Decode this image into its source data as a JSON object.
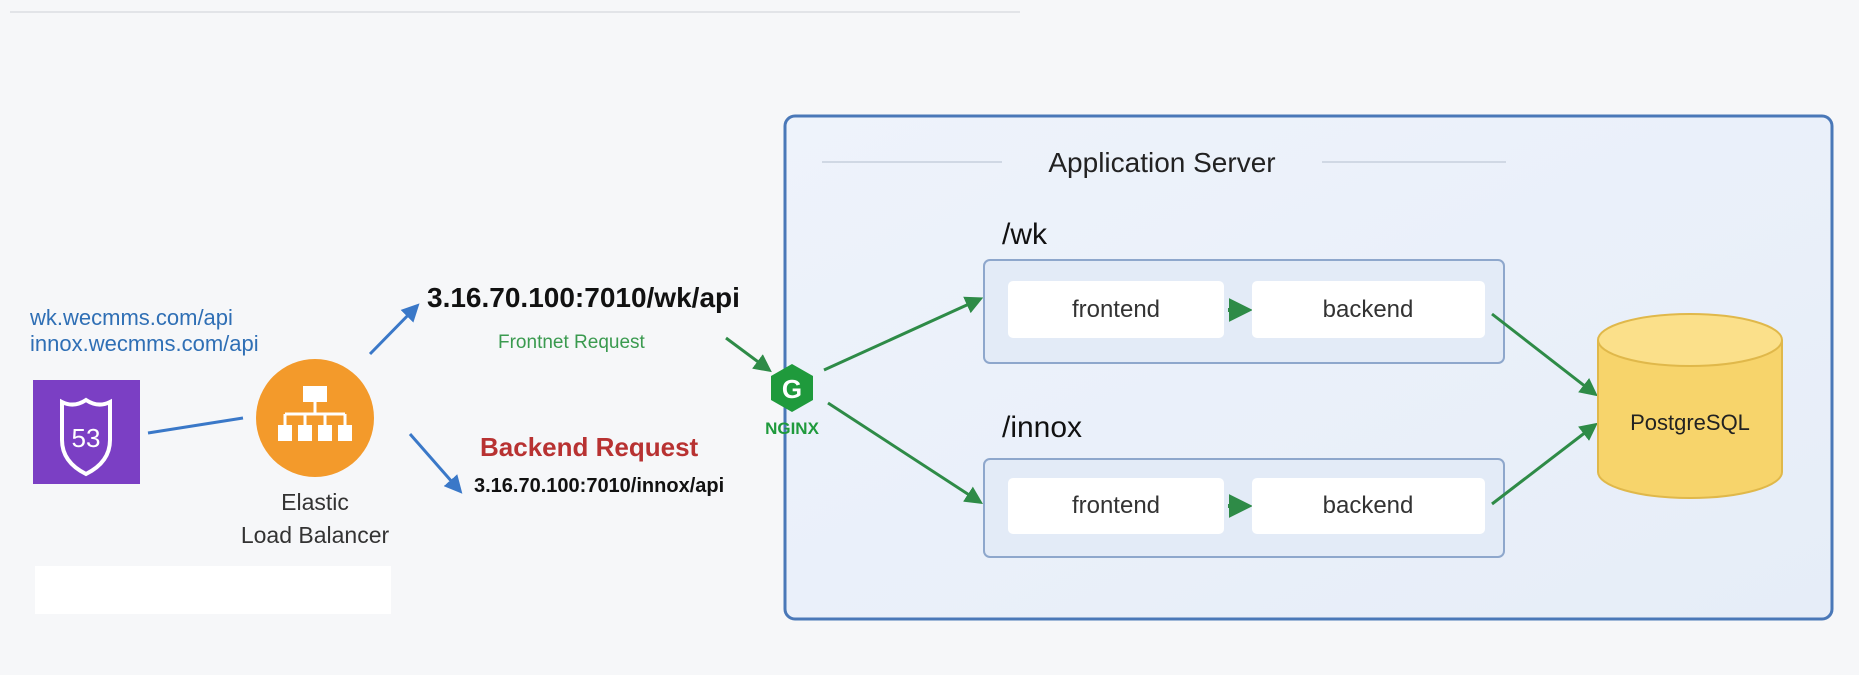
{
  "dns": {
    "domains": [
      "wk.wecmms.com/api",
      "innox.wecmms.com/api"
    ],
    "route53_label": "53",
    "icon": "route53-shield-icon",
    "color": "#7b3fc4"
  },
  "load_balancer": {
    "label_line1": "Elastic",
    "label_line2": "Load Balancer",
    "icon": "load-balancer-hierarchy-icon",
    "color": "#f39a2b"
  },
  "routes": {
    "frontend_url": "3.16.70.100:7010/wk/api",
    "frontend_label": "Frontnet Request",
    "backend_label": "Backend Request",
    "backend_url": "3.16.70.100:7010/innox/api"
  },
  "nginx": {
    "letter": "G",
    "label": "NGINX",
    "color": "#1f9a3c"
  },
  "app_server": {
    "title": "Application Server",
    "groups": [
      {
        "path": "/wk",
        "frontend": "frontend",
        "backend": "backend"
      },
      {
        "path": "/innox",
        "frontend": "frontend",
        "backend": "backend"
      }
    ]
  },
  "database": {
    "label": "PostgreSQL",
    "color": "#f7d46b"
  },
  "colors": {
    "arrow_blue": "#3a78c8",
    "arrow_green": "#2e8b47",
    "backend_red": "#b83232",
    "frontend_green": "#3a9a4f",
    "domain_blue": "#2f6fb5"
  }
}
